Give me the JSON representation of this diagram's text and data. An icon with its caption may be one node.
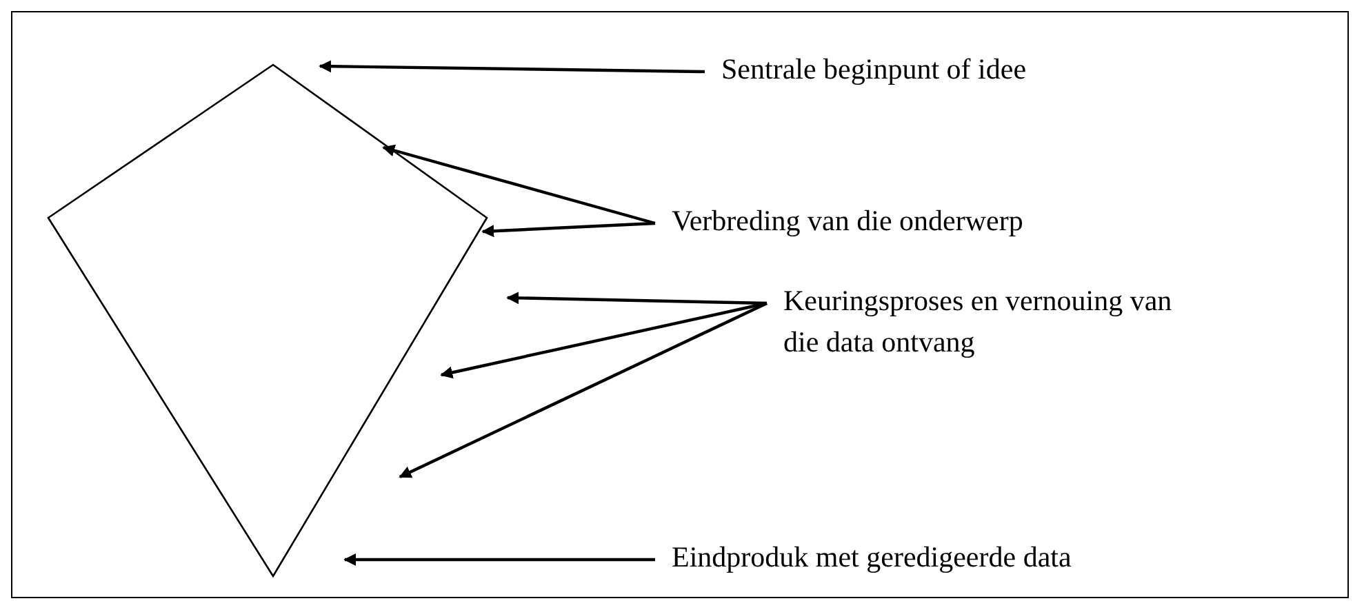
{
  "diagram": {
    "nodes": [
      {
        "text": [],
        "shape": "diamond"
      },
      {
        "text": [
          "Sentrale beginpunt of idee"
        ]
      },
      {
        "text": [
          "Verbreding van die onderwerp"
        ]
      },
      {
        "text": [
          "Keuringsproses en vernouing van die data ontvang"
        ]
      },
      {
        "text": [
          "Eindproduk met geredigeerde data"
        ]
      }
    ],
    "edges": [
      {
        "from": 1,
        "to": 0,
        "arrow": "to"
      },
      {
        "from": 2,
        "to": 0,
        "arrow": "to"
      },
      {
        "from": 2,
        "to": 0,
        "arrow": "to"
      },
      {
        "from": 3,
        "to": 0,
        "arrow": "to"
      },
      {
        "from": 3,
        "to": 0,
        "arrow": "to"
      },
      {
        "from": 3,
        "to": 0,
        "arrow": "to"
      },
      {
        "from": 4,
        "to": 0,
        "arrow": "to"
      }
    ]
  }
}
